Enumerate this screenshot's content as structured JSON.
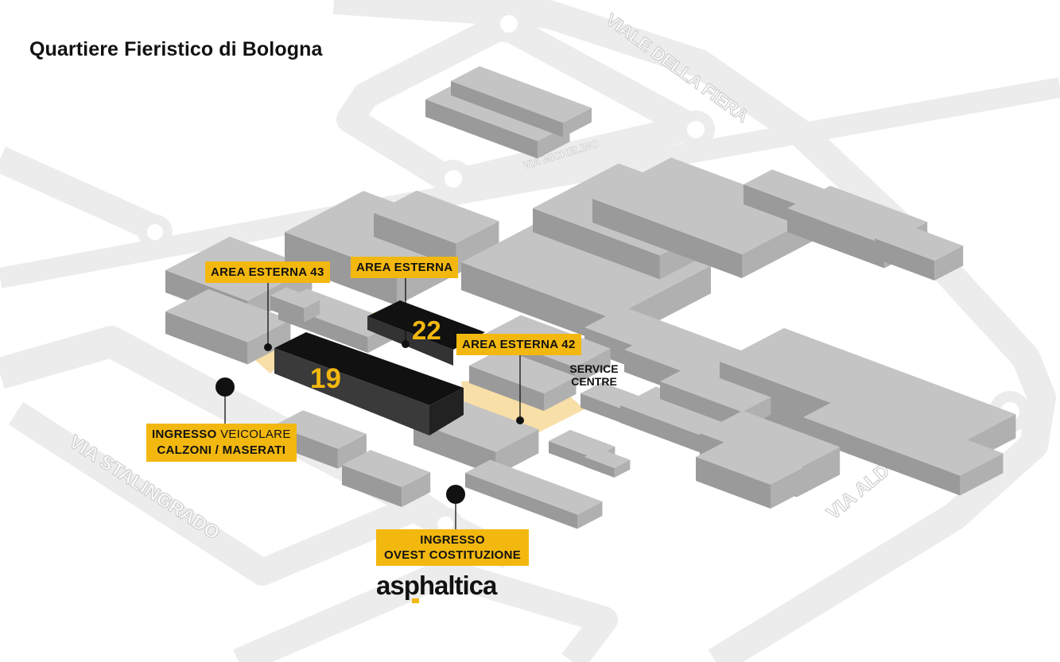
{
  "title": "Quartiere Fieristico di Bologna",
  "streets": {
    "viale_della_fiera": "VIALE DELLA FIERA",
    "via_michelino": "VIA MICHELINO",
    "via_stalingrado": "VIA STALINGRADO",
    "via_aldo_moro": "VIA ALDO MORO"
  },
  "areas": {
    "area_43": "AREA ESTERNA 43",
    "area_esterna": "AREA ESTERNA",
    "area_42": "AREA ESTERNA 42"
  },
  "halls": {
    "hall_19": "19",
    "hall_22": "22"
  },
  "service_centre": {
    "line1": "SERVICE",
    "line2": "CENTRE"
  },
  "entrances": {
    "calzoni": {
      "word1": "INGRESSO",
      "word2": "VEICOLARE",
      "line2": "CALZONI / MASERATI"
    },
    "ovest": {
      "line1": "INGRESSO",
      "line2": "OVEST COSTITUZIONE"
    }
  },
  "logo": "asphaltica",
  "colors": {
    "accent": "#f3b80f",
    "road": "#ececec",
    "building_top": "#c4c4c4",
    "building_left": "#9a9a9a",
    "building_right": "#b0b0b0",
    "highlight_hall": "#111111",
    "outdoor_area": "#f8dea7"
  }
}
